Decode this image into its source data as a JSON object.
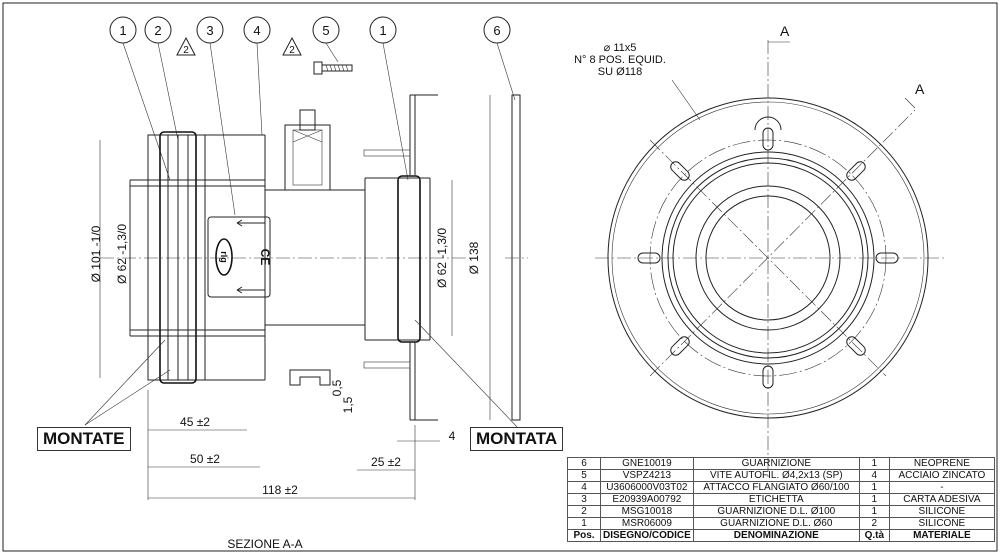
{
  "balloons": [
    "1",
    "2",
    "3",
    "4",
    "5",
    "1",
    "6"
  ],
  "warnings": [
    "2",
    "2"
  ],
  "section_view": {
    "title": "SEZIONE A-A",
    "label_left": "MONTATE",
    "label_right": "MONTATA",
    "dims": {
      "d101": "Ø 101 -1/0",
      "d62_left": "Ø 62 -1,3/0",
      "d62_right": "Ø 62 -1,3/0",
      "d138": "Ø 138",
      "l45": "45 ±2",
      "l50": "50 ±2",
      "l118": "118 ±2",
      "l25": "25 ±2",
      "l4": "4",
      "t05": "0,5",
      "t15": "1,5"
    },
    "label_logo": "rlg",
    "label_ce": "CE"
  },
  "front_view": {
    "note_line1": "⌀ 11x5",
    "note_line2": "N° 8 POS. EQUID.",
    "note_line3": "SU Ø118",
    "section_mark_1": "A",
    "section_mark_2": "A"
  },
  "bom": {
    "headers": [
      "Pos.",
      "DISEGNO/CODICE",
      "DENOMINAZIONE",
      "Q.tà",
      "MATERIALE"
    ],
    "rows": [
      [
        "6",
        "GNE10019",
        "GUARNIZIONE",
        "1",
        "NEOPRENE"
      ],
      [
        "5",
        "VSPZ4213",
        "VITE AUTOFIL. Ø4,2x13 (SP)",
        "4",
        "ACCIAIO ZINCATO"
      ],
      [
        "4",
        "U3606000V03T02",
        "ATTACCO FLANGIATO Ø60/100",
        "1",
        "-"
      ],
      [
        "3",
        "E20939A00792",
        "ETICHETTA",
        "1",
        "CARTA ADESIVA"
      ],
      [
        "2",
        "MSG10018",
        "GUARNIZIONE D.L. Ø100",
        "1",
        "SILICONE"
      ],
      [
        "1",
        "MSR06009",
        "GUARNIZIONE D.L. Ø60",
        "2",
        "SILICONE"
      ]
    ]
  }
}
